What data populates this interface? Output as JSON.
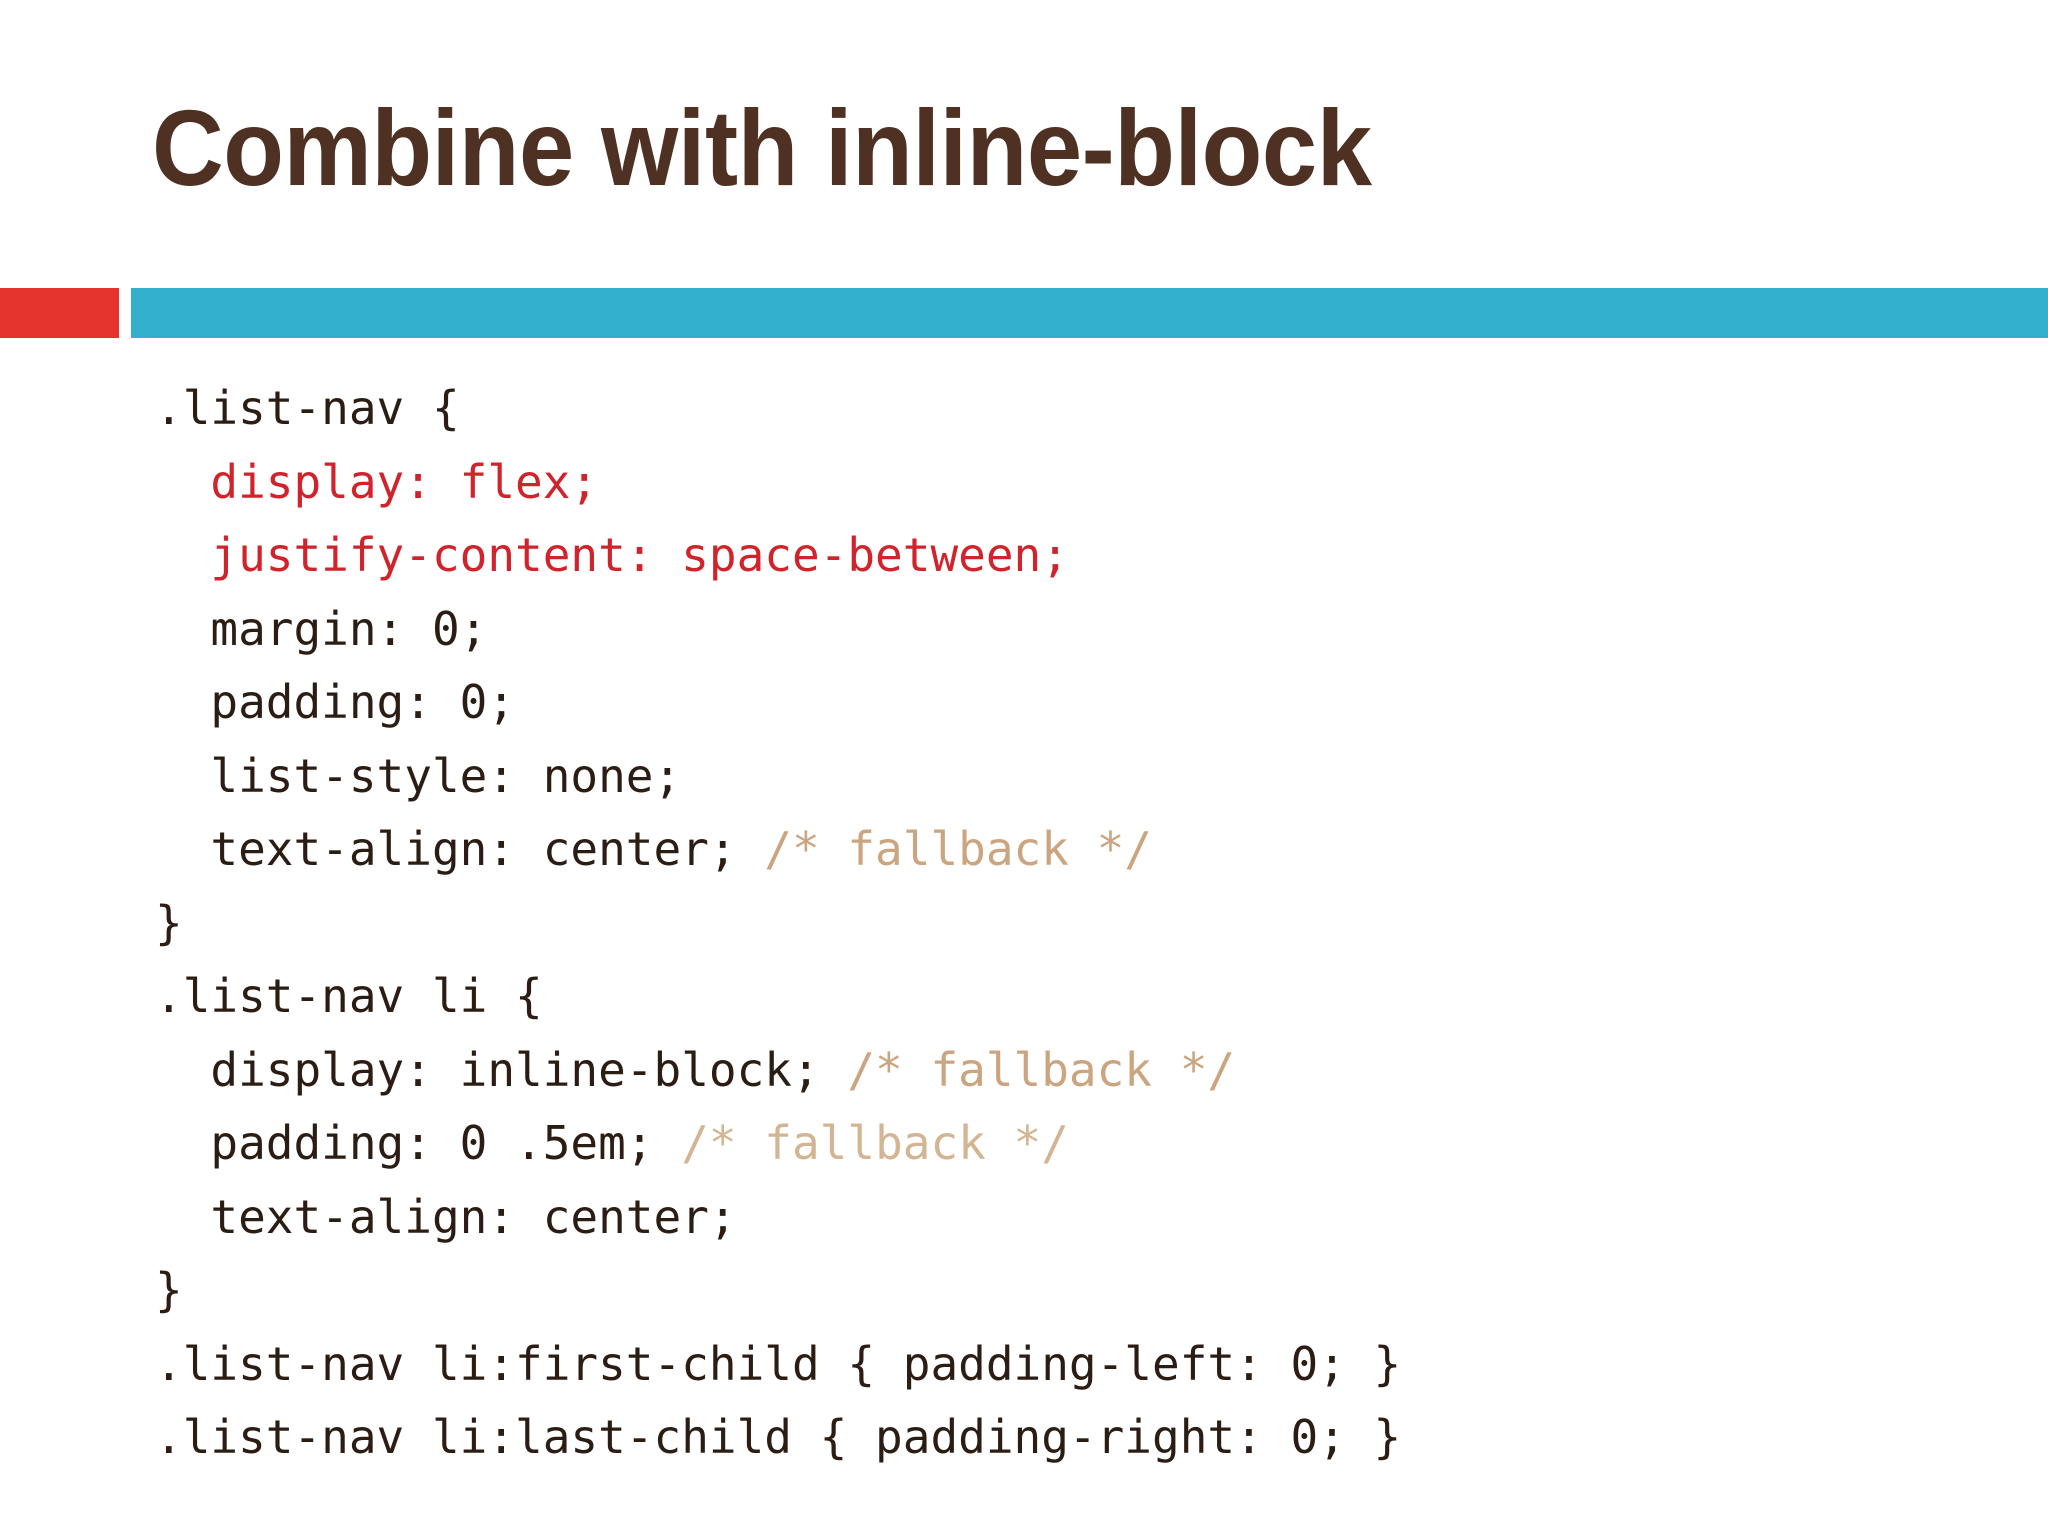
{
  "slide": {
    "title": "Combine with inline-block",
    "title_color": "#4E3122",
    "background_color": "#FFFFFF",
    "accent_red": "#E5332E",
    "accent_blue": "#31AFCD",
    "code_text_color": "#2B1D14",
    "code_highlight_color": "#D0232B",
    "code_comment_color": "#CBA580"
  },
  "code": {
    "language": "css",
    "lines": [
      {
        "id": "line-1",
        "segments": [
          {
            "text": ".list-nav {",
            "style": "default"
          }
        ]
      },
      {
        "id": "line-2",
        "segments": [
          {
            "text": "  display: flex;",
            "style": "red"
          }
        ]
      },
      {
        "id": "line-3",
        "segments": [
          {
            "text": "  justify-content: space-between;",
            "style": "red"
          }
        ]
      },
      {
        "id": "line-4",
        "segments": [
          {
            "text": "  margin: 0;",
            "style": "default"
          }
        ]
      },
      {
        "id": "line-5",
        "segments": [
          {
            "text": "  padding: 0;",
            "style": "default"
          }
        ]
      },
      {
        "id": "line-6",
        "segments": [
          {
            "text": "  list-style: none;",
            "style": "default"
          }
        ]
      },
      {
        "id": "line-7",
        "segments": [
          {
            "text": "  text-align: center; ",
            "style": "default"
          },
          {
            "text": "/* fallback */",
            "style": "comment"
          }
        ]
      },
      {
        "id": "line-8",
        "segments": [
          {
            "text": "}",
            "style": "default"
          }
        ]
      },
      {
        "id": "line-9",
        "segments": [
          {
            "text": ".list-nav li {",
            "style": "default"
          }
        ]
      },
      {
        "id": "line-10",
        "segments": [
          {
            "text": "  display: inline-block; ",
            "style": "default"
          },
          {
            "text": "/* fallback */",
            "style": "comment"
          }
        ]
      },
      {
        "id": "line-11",
        "segments": [
          {
            "text": "  padding: 0 .5em; ",
            "style": "default"
          },
          {
            "text": "/* fallback */",
            "style": "comment-light"
          }
        ]
      },
      {
        "id": "line-12",
        "segments": [
          {
            "text": "  text-align: center;",
            "style": "default"
          }
        ]
      },
      {
        "id": "line-13",
        "segments": [
          {
            "text": "}",
            "style": "default"
          }
        ]
      },
      {
        "id": "line-14",
        "segments": [
          {
            "text": ".list-nav li:first-child { padding-left: 0; }",
            "style": "default"
          }
        ]
      },
      {
        "id": "line-15",
        "segments": [
          {
            "text": ".list-nav li:last-child { padding-right: 0; }",
            "style": "default"
          }
        ]
      }
    ]
  }
}
